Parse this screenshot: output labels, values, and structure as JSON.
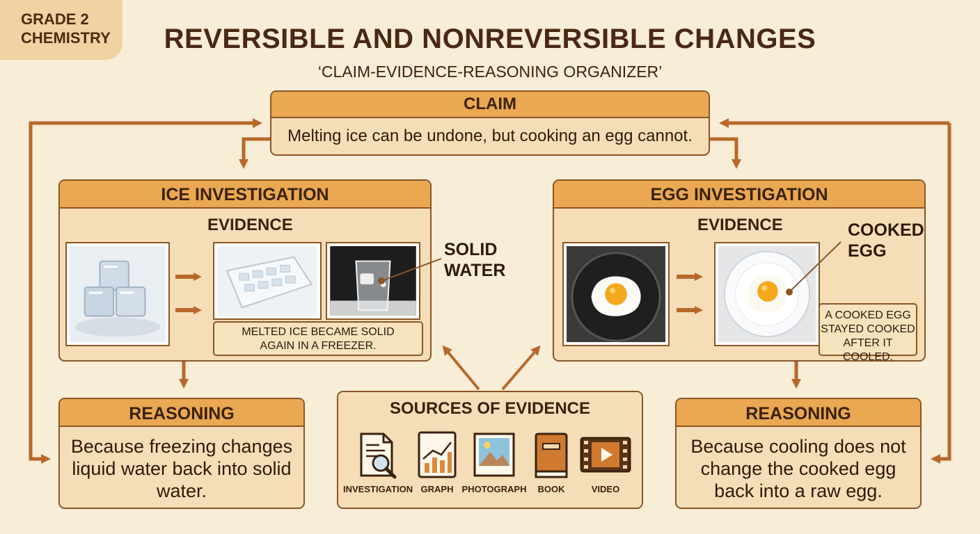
{
  "grade": "GRADE 2\nCHEMISTRY",
  "title": "REVERSIBLE AND NONREVERSIBLE CHANGES",
  "subtitle": "‘CLAIM-EVIDENCE-REASONING ORGANIZER’",
  "claim": {
    "heading": "CLAIM",
    "text": "Melting ice can be undone, but cooking an egg cannot."
  },
  "ice": {
    "heading": "ICE INVESTIGATION",
    "evidence_label": "EVIDENCE",
    "callout": "SOLID\nWATER",
    "caption": "MELTED ICE BECAME SOLID\nAGAIN IN A FREEZER."
  },
  "egg": {
    "heading": "EGG INVESTIGATION",
    "evidence_label": "EVIDENCE",
    "callout": "COOKED\nEGG",
    "caption": "A COOKED EGG\nSTAYED COOKED\nAFTER IT COOLED."
  },
  "reasoning_left": {
    "heading": "REASONING",
    "text": "Because freezing changes liquid water back into solid water."
  },
  "reasoning_right": {
    "heading": "REASONING",
    "text": "Because cooling does not change the cooked egg back into a raw egg."
  },
  "sources": {
    "heading": "SOURCES OF EVIDENCE",
    "items": [
      {
        "label": "INVESTIGATION",
        "icon": "document-magnifier-icon"
      },
      {
        "label": "GRAPH",
        "icon": "bar-graph-icon"
      },
      {
        "label": "PHOTOGRAPH",
        "icon": "photograph-icon"
      },
      {
        "label": "BOOK",
        "icon": "book-icon"
      },
      {
        "label": "VIDEO",
        "icon": "video-icon"
      }
    ]
  },
  "colors": {
    "background": "#f8edd7",
    "header": "#eba852",
    "panel": "#f5deb7",
    "border": "#8a5526",
    "arrow": "#b8692a"
  }
}
